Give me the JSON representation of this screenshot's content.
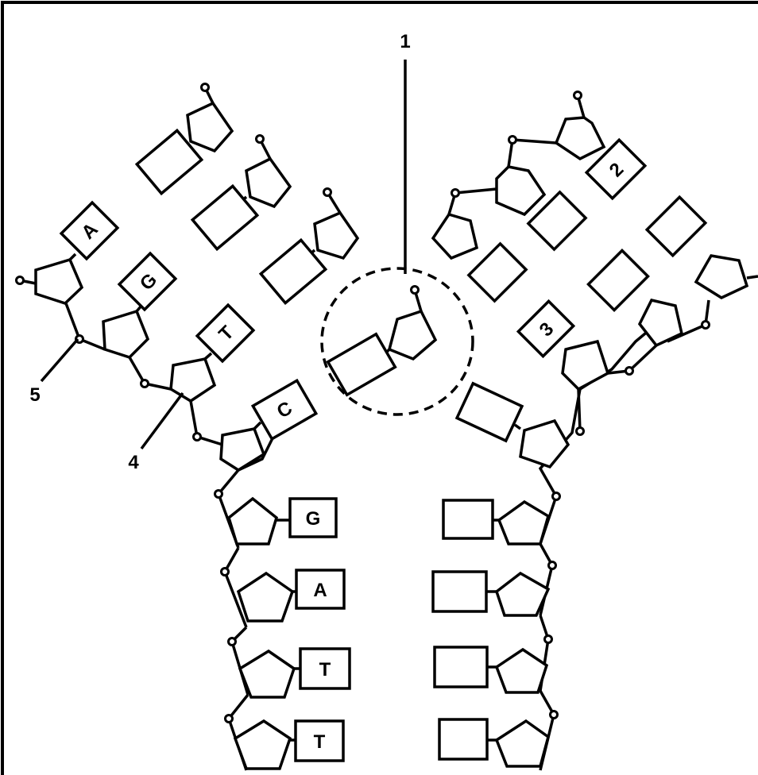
{
  "callouts": {
    "free_nucleotide": "1",
    "base_2": "2",
    "base_3": "3",
    "sugar": "4",
    "phosphate": "5"
  },
  "left_strand_bases": [
    "C",
    "T",
    "G",
    "A"
  ],
  "parent_strand_left_bases": [
    "G",
    "A",
    "T",
    "T"
  ],
  "colors": {
    "stroke": "#000000",
    "background": "#ffffff"
  }
}
